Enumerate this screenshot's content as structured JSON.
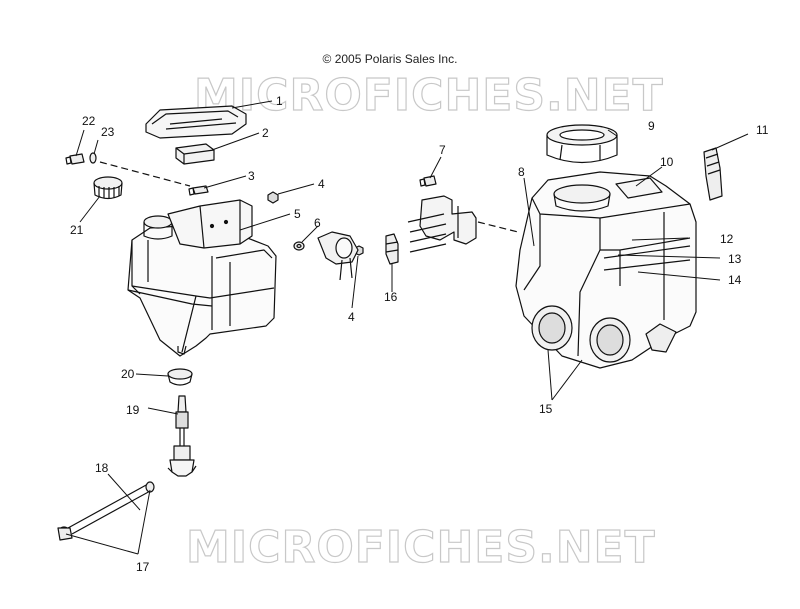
{
  "header": {
    "copyright": "© 2005 Polaris Sales Inc."
  },
  "watermark": {
    "text": "MICROFICHES.NET"
  },
  "callouts": [
    {
      "id": "1",
      "label": "1"
    },
    {
      "id": "2",
      "label": "2"
    },
    {
      "id": "3",
      "label": "3"
    },
    {
      "id": "4a",
      "label": "4"
    },
    {
      "id": "4b",
      "label": "4"
    },
    {
      "id": "5",
      "label": "5"
    },
    {
      "id": "6",
      "label": "6"
    },
    {
      "id": "7",
      "label": "7"
    },
    {
      "id": "8",
      "label": "8"
    },
    {
      "id": "9",
      "label": "9"
    },
    {
      "id": "10",
      "label": "10"
    },
    {
      "id": "11",
      "label": "11"
    },
    {
      "id": "12",
      "label": "12"
    },
    {
      "id": "13",
      "label": "13"
    },
    {
      "id": "14",
      "label": "14"
    },
    {
      "id": "15",
      "label": "15"
    },
    {
      "id": "16",
      "label": "16"
    },
    {
      "id": "17",
      "label": "17"
    },
    {
      "id": "18",
      "label": "18"
    },
    {
      "id": "19",
      "label": "19"
    },
    {
      "id": "20",
      "label": "20"
    },
    {
      "id": "21",
      "label": "21"
    },
    {
      "id": "22",
      "label": "22"
    },
    {
      "id": "23",
      "label": "23"
    }
  ]
}
